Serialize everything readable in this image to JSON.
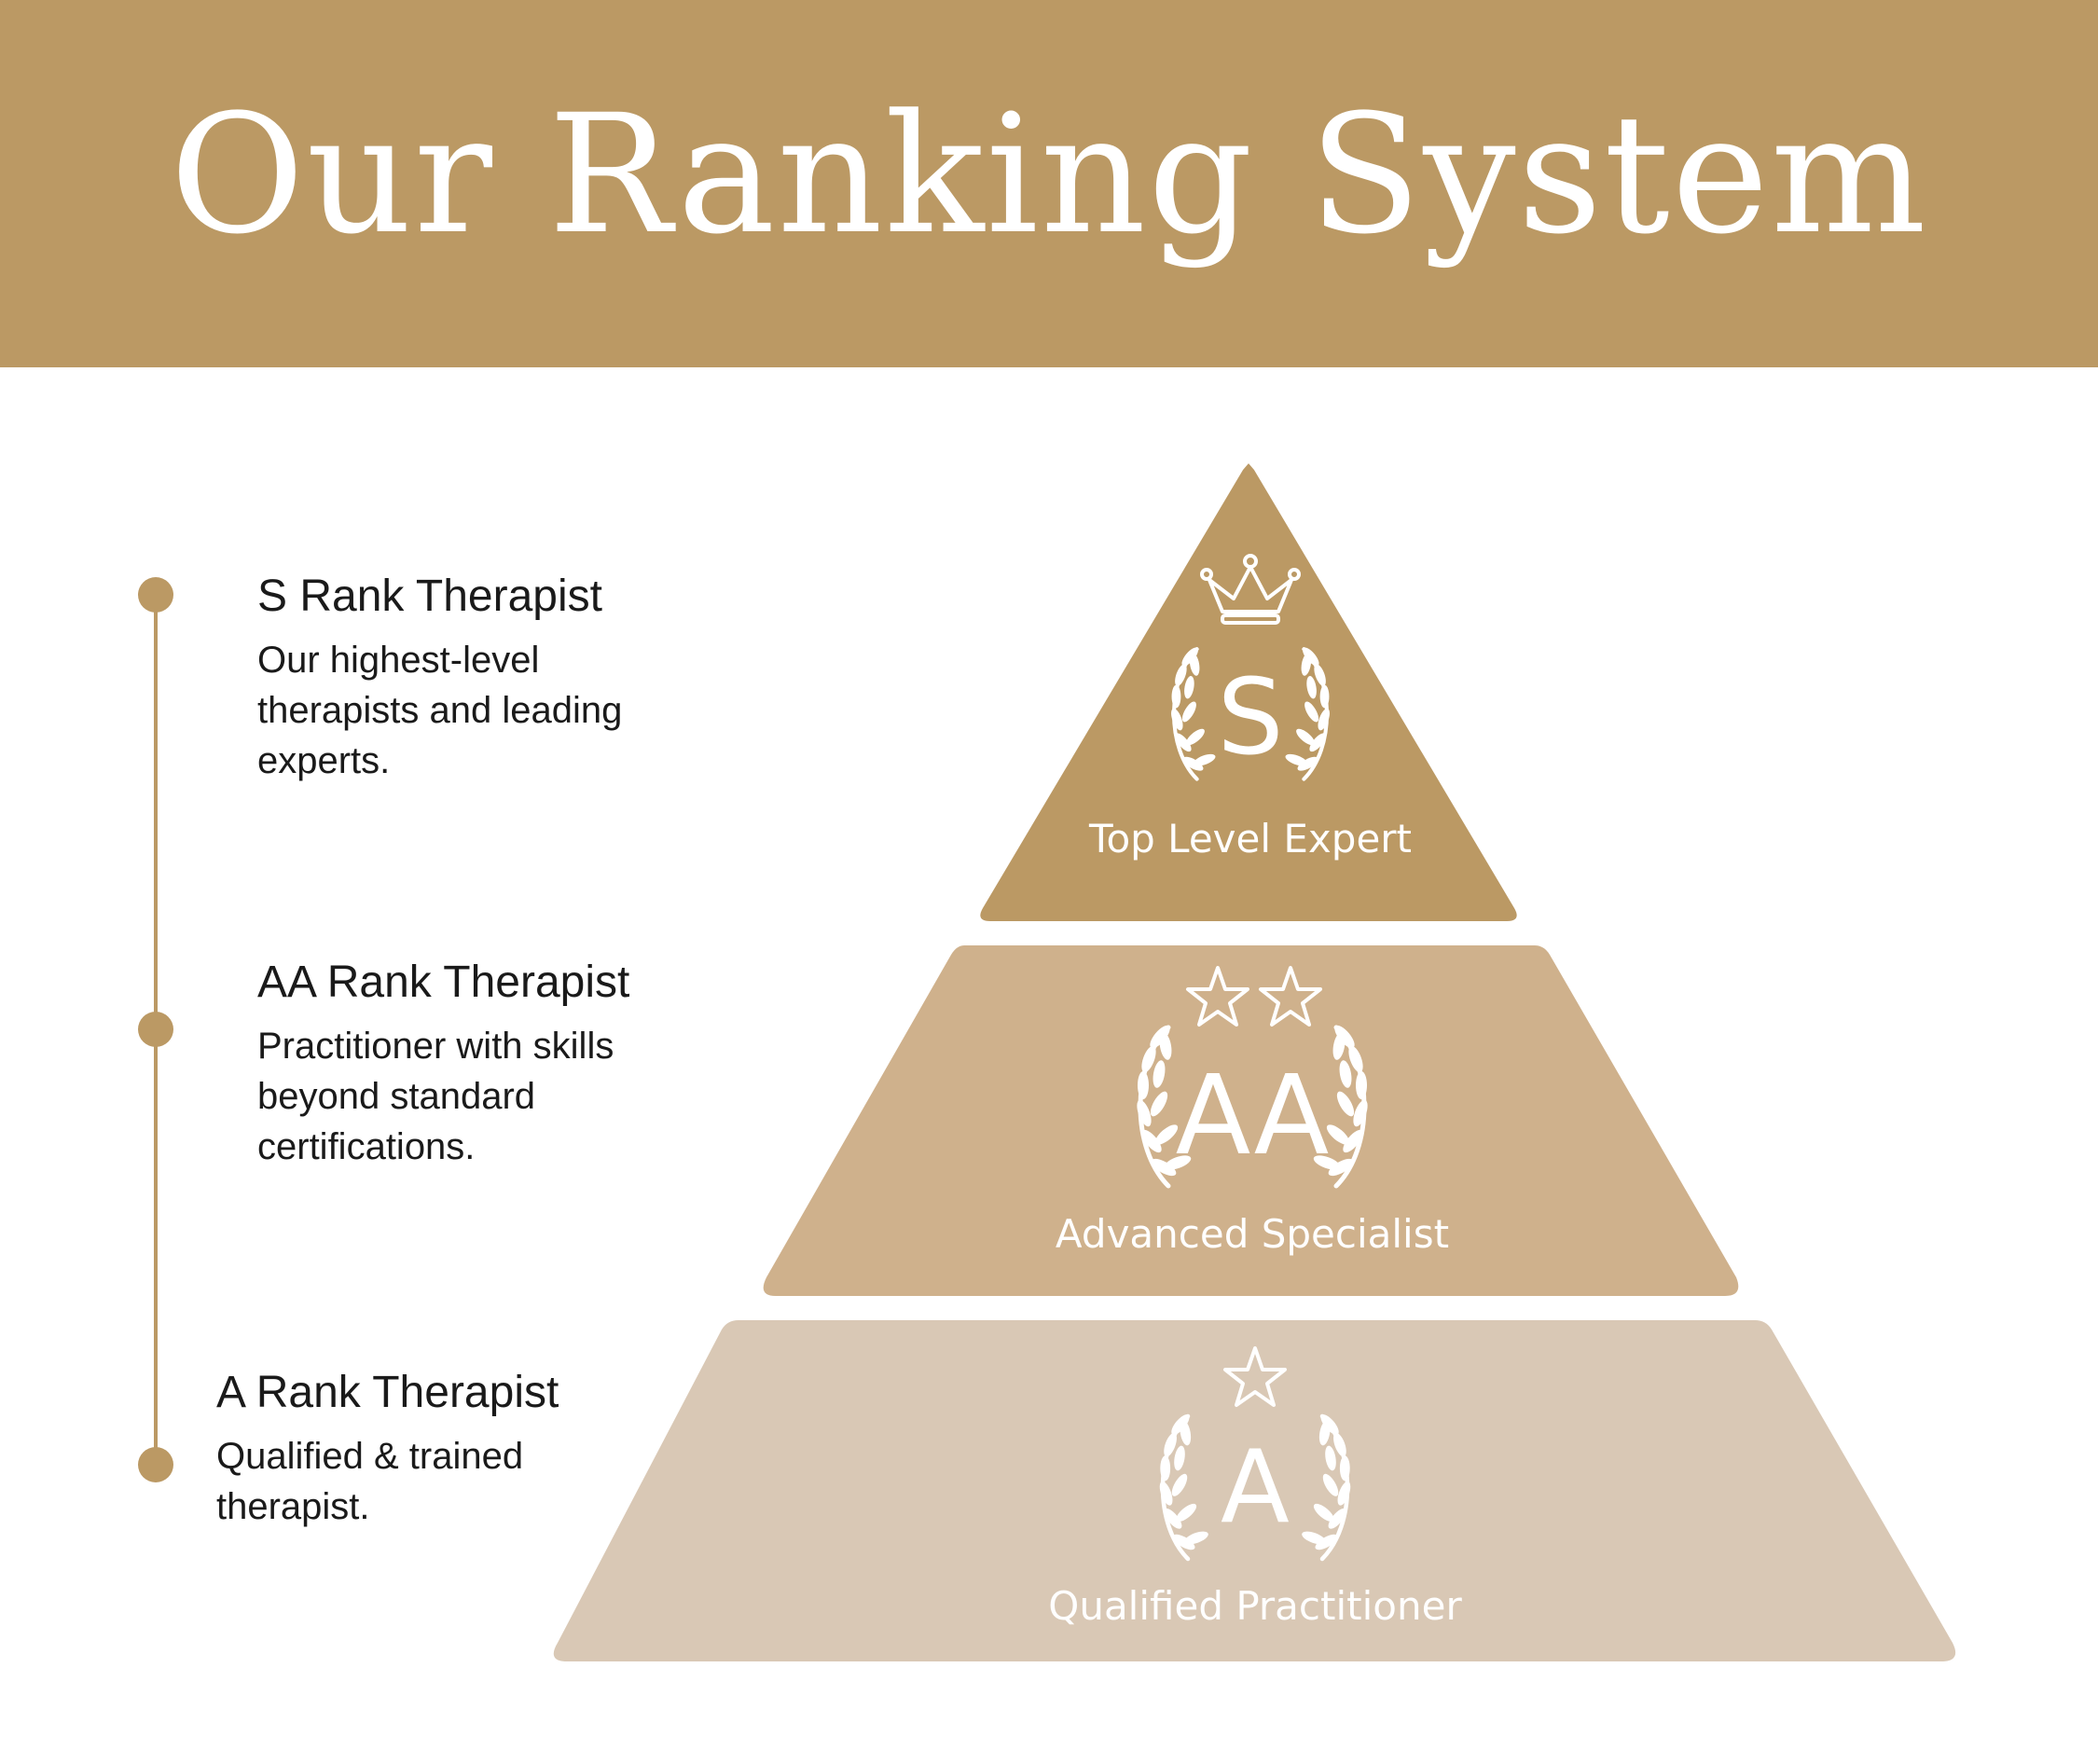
{
  "header": {
    "title": "Our Ranking System"
  },
  "ranks": [
    {
      "title": "S Rank Therapist",
      "description": "Our highest-level\ntherapists and leading\nexperts.",
      "badge_letter": "S",
      "tier_label": "Top Level Expert",
      "icon": "crown-icon",
      "color": "#bb9964"
    },
    {
      "title": "AA Rank Therapist",
      "description": "Practitioner with skills\nbeyond standard\ncertifications.",
      "badge_letter": "AA",
      "tier_label": "Advanced Specialist",
      "icon": "two-stars-icon",
      "color": "#cfb18c"
    },
    {
      "title": "A Rank Therapist",
      "description": "Qualified & trained\ntherapist.",
      "badge_letter": "A",
      "tier_label": "Qualified Practitioner",
      "icon": "star-icon",
      "color": "#d9c8b5"
    }
  ],
  "colors": {
    "accent": "#bb9964",
    "text": "#1a1a1a",
    "white": "#ffffff"
  }
}
